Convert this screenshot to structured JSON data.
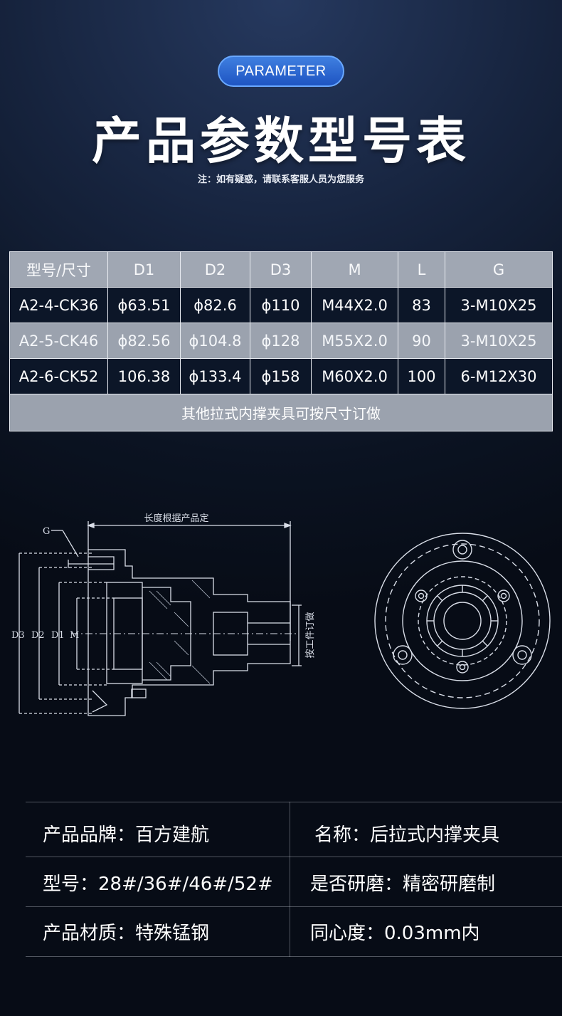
{
  "header": {
    "badge": "PARAMETER",
    "title": "产品参数型号表",
    "note": "注：如有疑惑，请联系客服人员为您服务"
  },
  "table": {
    "headers": [
      "型号/尺寸",
      "D1",
      "D2",
      "D3",
      "M",
      "L",
      "G"
    ],
    "rows": [
      [
        "A2-4-CK36",
        "ϕ63.51",
        "ϕ82.6",
        "ϕ110",
        "M44X2.0",
        "83",
        "3-M10X25"
      ],
      [
        "A2-5-CK46",
        "ϕ82.56",
        "ϕ104.8",
        "ϕ128",
        "M55X2.0",
        "90",
        "3-M10X25"
      ],
      [
        "A2-6-CK52",
        "106.38",
        "ϕ133.4",
        "ϕ158",
        "M60X2.0",
        "100",
        "6-M12X30"
      ]
    ],
    "footer": "其他拉式内撑夹具可按尺寸订做"
  },
  "diagram": {
    "length_label": "长度根据产品定",
    "side_label": "按工件订做",
    "g_label": "G",
    "d3_label": "D3",
    "d2_label": "D2",
    "d1_label": "D1",
    "m_label": "M"
  },
  "info": {
    "brand": "产品品牌：百方建航",
    "name": "名称：后拉式内撑夹具",
    "model": "型号：28#/36#/46#/52#",
    "grinding": "是否研磨：精密研磨制",
    "material": "产品材质：特殊锰钢",
    "concentricity": "同心度：0.03mm内"
  }
}
